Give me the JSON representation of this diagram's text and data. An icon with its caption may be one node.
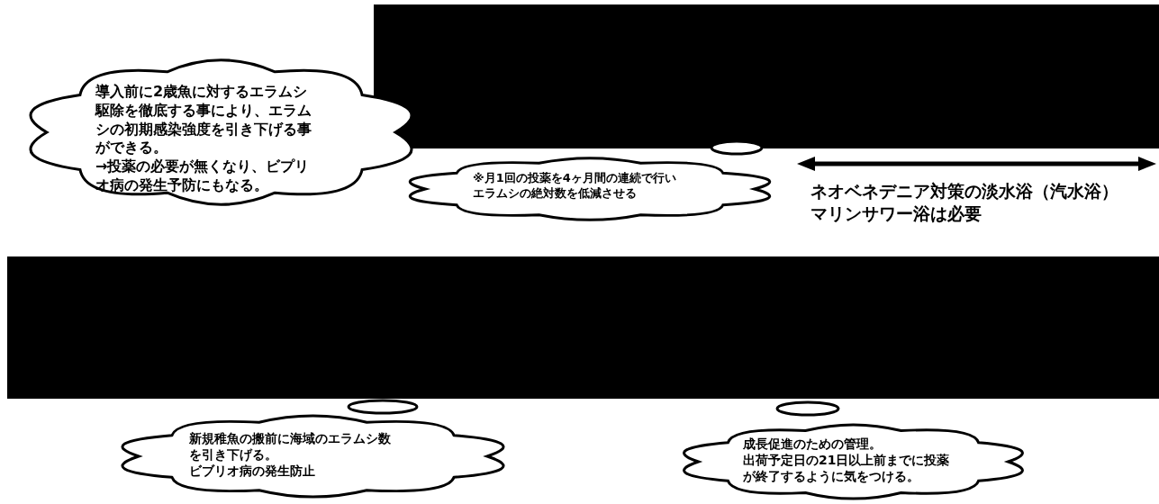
{
  "diagram": {
    "nodes": [
      {
        "text": [
          "導入前に2歳魚に対するエラムシ駆除を徹底する事により、エラムシの初期感染強度を引き下げる事ができる。",
          "→投薬の必要が無くなり、ビプリオ病の発生予防にもなる。"
        ]
      },
      {
        "text": [
          "※月1回の投薬を4ヶ月間の連続で行いエラムシの絶対数を低減させる"
        ]
      },
      {
        "text": [
          "新規稚魚の搬前に海域のエラムシ数を引き下げる。",
          "ビブリオ病の発生防止"
        ]
      },
      {
        "text": [
          "成長促進のための管理。",
          "出荷予定日の21日以上前までに投薬が終了するように気をつける。"
        ]
      }
    ],
    "labels": [
      "ネオベネデニア対策の淡水浴（汽水浴）マリンサワー浴は必要"
    ]
  }
}
